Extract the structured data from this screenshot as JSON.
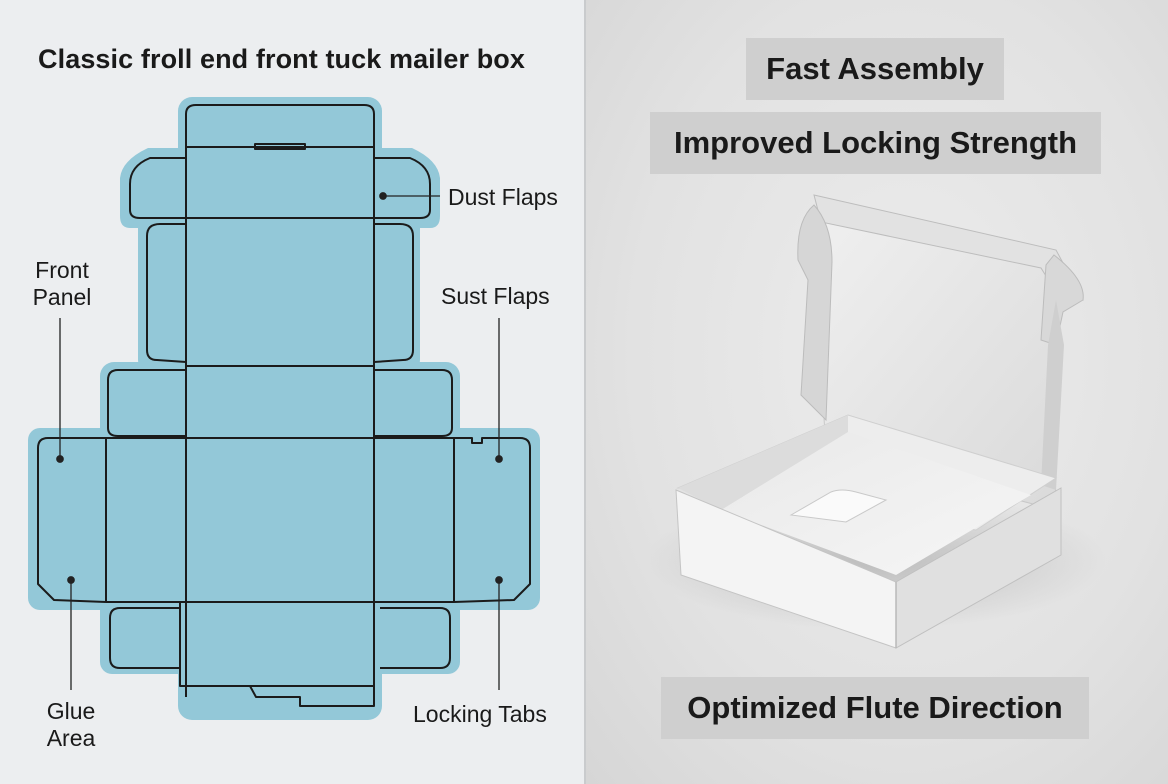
{
  "diagram": {
    "title": "Classic froll end front tuck mailer box",
    "labels": {
      "dust_flaps": "Dust Flaps",
      "front_panel_line1": "Front",
      "front_panel_line2": "Panel",
      "sust_flaps": "Sust Flaps",
      "glue_area_line1": "Glue",
      "glue_area_line2": "Area",
      "locking_tabs": "Locking Tabs"
    },
    "colors": {
      "dieline_fill": "#93c8d8",
      "dieline_stroke": "#1b1b1b",
      "background": "#eceef0"
    }
  },
  "features": {
    "fast_assembly": "Fast Assembly",
    "locking_strength": "Improved Locking Strength",
    "flute_direction": "Optimized Flute Direction",
    "badge_color": "#cfcfcf"
  },
  "photo": {
    "subject": "open white corrugated mailer box"
  }
}
